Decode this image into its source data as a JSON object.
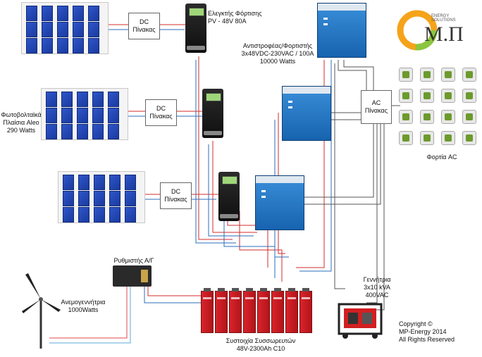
{
  "labels": {
    "mppt_title": "Ελεγκτής Φόρτισης",
    "mppt_spec": "PV - 48V 80A",
    "inverter_title": "Αντιστροφέας/Φορτιστής",
    "inverter_spec": "3x48VDC-230VAC / 100A",
    "inverter_power": "10000 Watts",
    "dc_box": [
      "DC",
      "Πίνακας"
    ],
    "ac_box": [
      "AC",
      "Πίνακας"
    ],
    "pv_title": "Φωτοβολταϊκά",
    "pv_model": "Πλαίσια Aleo",
    "pv_power": "290 Watts",
    "wind_regulator": "Ρυθμιστής Α/Γ",
    "wind_title": "Ανεμογεννήτρια",
    "wind_power": "1000Watts",
    "battery_title": "Συστοιχία Συσσωρευτών",
    "battery_spec": "48V-2300Ah C10",
    "generator_title": "Γεννήτρια",
    "generator_spec": "3x10 kVA",
    "generator_voltage": "400VAC",
    "loads": "Φορτία AC",
    "copyright_1": "Copyright ©",
    "copyright_2": "MP-Energy 2014",
    "copyright_3": "All Rights Reserved",
    "logo_top": "ENERGY SOLUTIONS",
    "logo_main": "Μ.Π"
  },
  "colors": {
    "dc_positive": "#d62b2b",
    "dc_negative": "#2a6fb8",
    "ac_line": "#555555",
    "wind_positive": "#e04848",
    "wind_negative": "#5aa8d8"
  },
  "appliances": [
    "microwave-icon",
    "stove-icon",
    "hood-icon",
    "coffee-icon",
    "washer-icon",
    "heater-icon",
    "fan-icon",
    "mixer-icon",
    "fridge-icon",
    "oven-icon",
    "blender-icon",
    "kettle-icon",
    "iron-icon",
    "dryer-icon",
    "satellite-icon",
    "tv-icon"
  ]
}
